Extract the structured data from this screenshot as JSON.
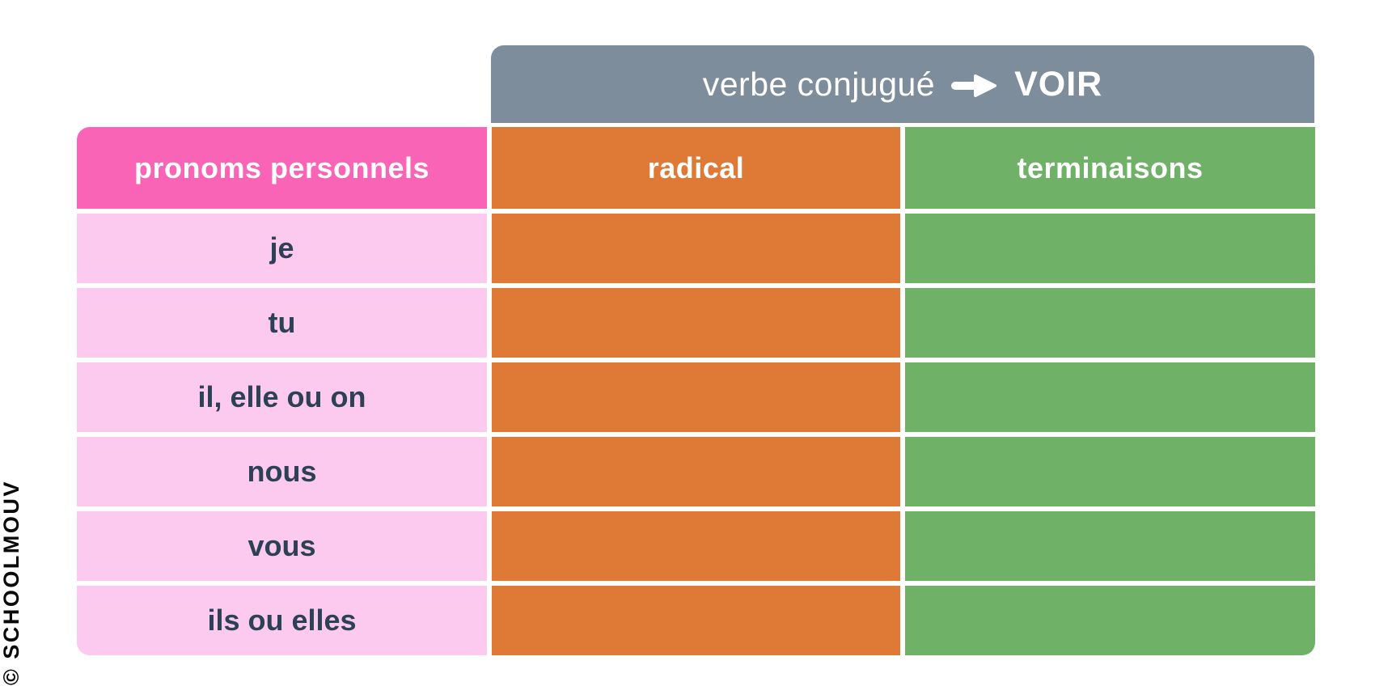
{
  "banner": {
    "label": "verbe conjugué",
    "arrow_icon": "right-arrow",
    "verb": "VOIR"
  },
  "table": {
    "columns": [
      {
        "key": "pronouns",
        "header": "pronoms personnels"
      },
      {
        "key": "radical",
        "header": "radical"
      },
      {
        "key": "terminaisons",
        "header": "terminaisons"
      }
    ],
    "rows": [
      {
        "pronoun": "je",
        "radical": "",
        "terminaison": ""
      },
      {
        "pronoun": "tu",
        "radical": "",
        "terminaison": ""
      },
      {
        "pronoun": "il, elle ou on",
        "radical": "",
        "terminaison": ""
      },
      {
        "pronoun": "nous",
        "radical": "",
        "terminaison": ""
      },
      {
        "pronoun": "vous",
        "radical": "",
        "terminaison": ""
      },
      {
        "pronoun": "ils ou elles",
        "radical": "",
        "terminaison": ""
      }
    ]
  },
  "watermark": {
    "text": "© SCHOOLMOUV"
  },
  "colors": {
    "banner_gray": "#7E8D9B",
    "header_pink": "#FA64B6",
    "row_pink": "#FCCAEE",
    "orange": "#DE7936",
    "green": "#6FB267",
    "text_navy": "#2C4156",
    "text_white": "#FFFFFF",
    "watermark_black": "#0A0A0A"
  }
}
